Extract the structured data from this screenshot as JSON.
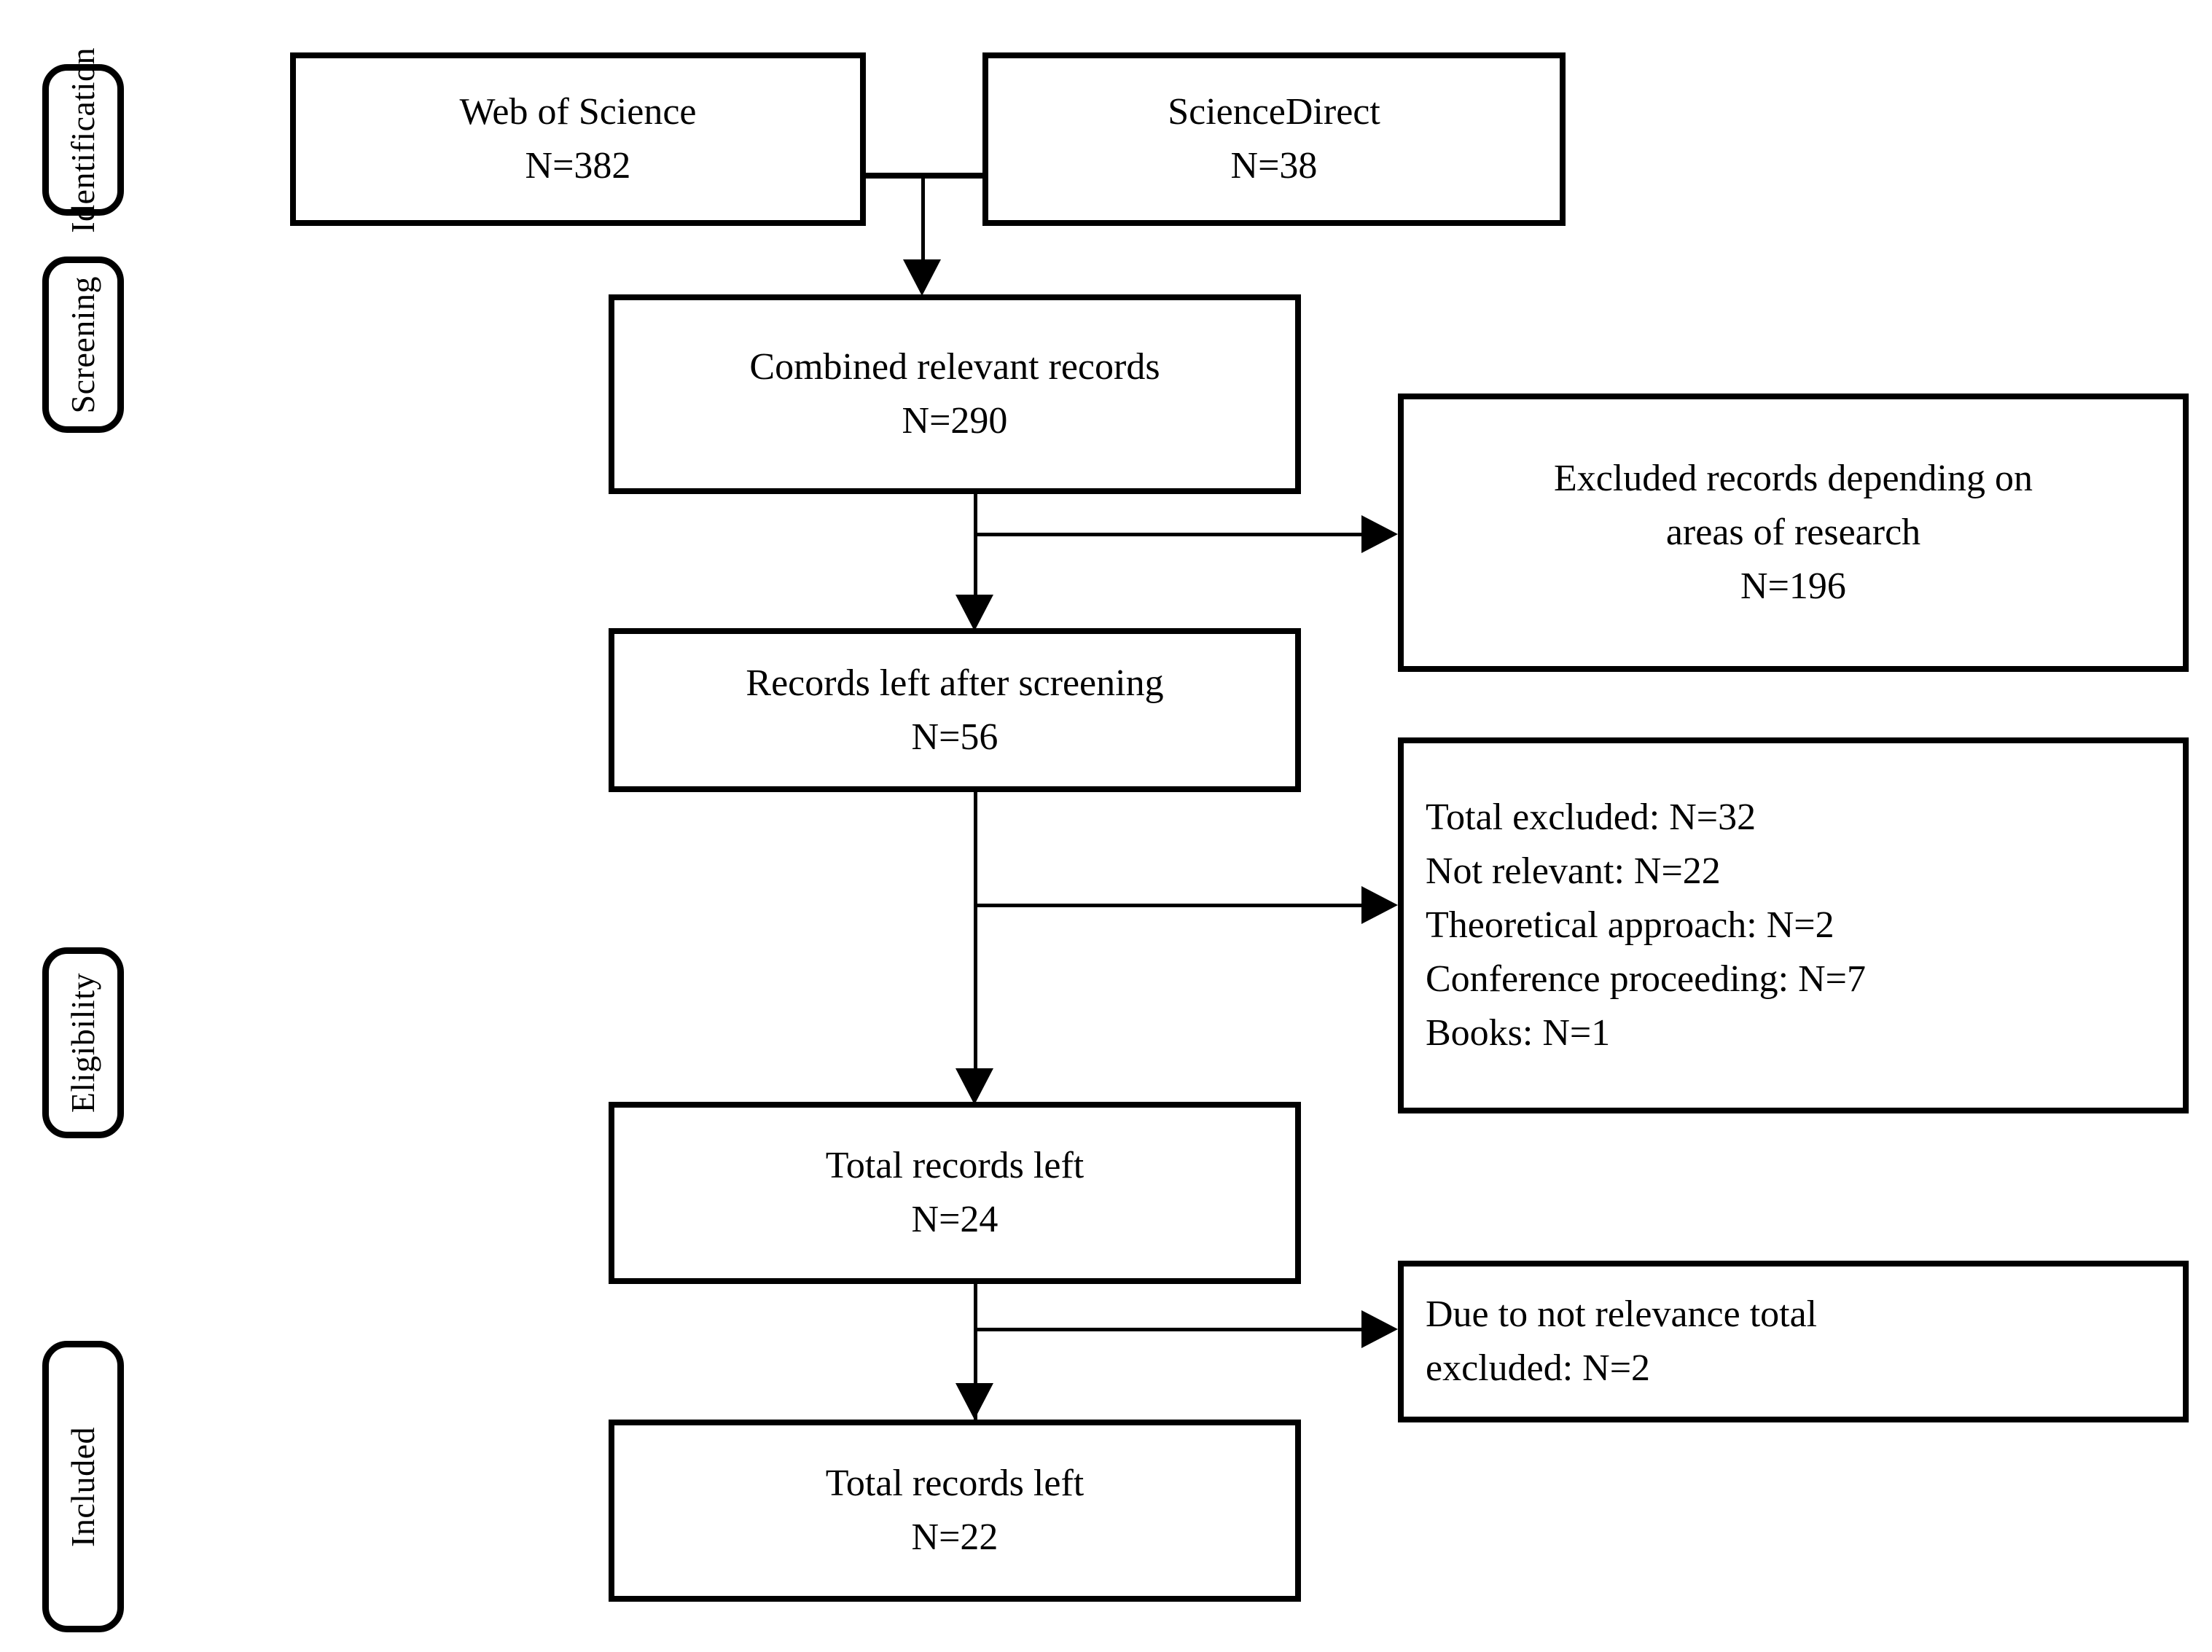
{
  "diagram": {
    "type": "prisma-flow-diagram",
    "stages": [
      {
        "id": "identification",
        "label": "Identification"
      },
      {
        "id": "screening",
        "label": "Screening"
      },
      {
        "id": "eligibility",
        "label": "Eligibility"
      },
      {
        "id": "included",
        "label": "Included"
      }
    ],
    "sources": [
      {
        "id": "web-of-science",
        "title": "Web of Science",
        "count": "N=382"
      },
      {
        "id": "sciencedirect",
        "title": "ScienceDirect",
        "count": "N=38"
      }
    ],
    "flow": [
      {
        "id": "combined-records",
        "title": "Combined relevant records",
        "count": "N=290"
      },
      {
        "id": "records-after-screening",
        "title": "Records left after screening",
        "count": "N=56"
      },
      {
        "id": "total-records-24",
        "title": "Total records left",
        "count": "N=24"
      },
      {
        "id": "total-records-22",
        "title": "Total records left",
        "count": "N=22"
      }
    ],
    "exclusions": [
      {
        "id": "excluded-areas",
        "align": "center",
        "lines": [
          "Excluded records depending on",
          "areas of research",
          "N=196"
        ]
      },
      {
        "id": "excluded-eligibility",
        "align": "left",
        "lines": [
          "Total excluded: N=32",
          "Not relevant: N=22",
          "Theoretical approach: N=2",
          "Conference proceeding: N=7",
          "Books: N=1"
        ]
      },
      {
        "id": "excluded-relevance",
        "align": "left",
        "lines": [
          "Due to not relevance total",
          "excluded: N=2"
        ]
      }
    ],
    "colors": {
      "stroke": "#000000",
      "fill": "#ffffff",
      "text": "#000000"
    }
  }
}
